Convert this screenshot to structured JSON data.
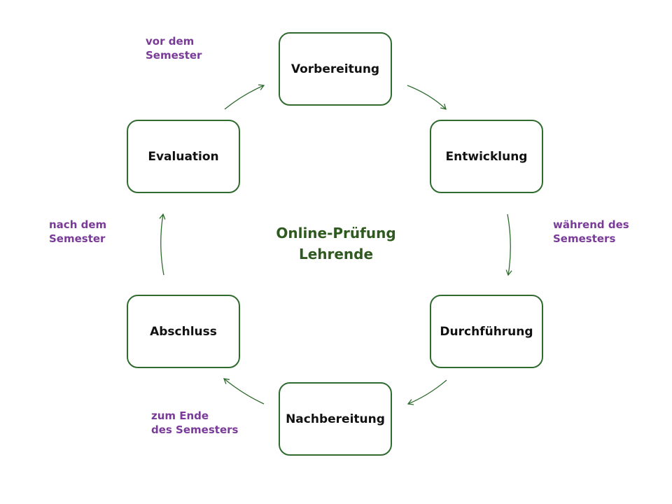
{
  "title": [
    "Online-Prüfung",
    "Lehrende"
  ],
  "steps": [
    "Vorbereitung",
    "Entwicklung",
    "Durchführung",
    "Nachbereitung",
    "Abschluss",
    "Evaluation"
  ],
  "phases": {
    "before": [
      "vor dem",
      "Semester"
    ],
    "during": [
      "während des",
      "Semesters"
    ],
    "end": [
      "zum Ende",
      "des Semesters"
    ],
    "after": [
      "nach dem",
      "Semester"
    ]
  },
  "colors": {
    "box_border": "#2f6b2f",
    "arrow": "#2f6b2f",
    "phase_text": "#7a3b98",
    "title_text": "#2f5a1f"
  }
}
